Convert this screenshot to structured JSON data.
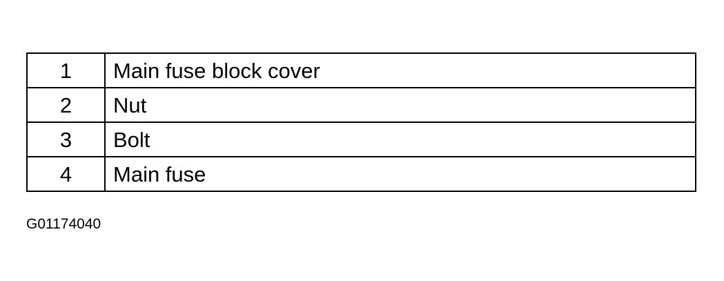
{
  "legend": {
    "rows": [
      {
        "number": "1",
        "description": "Main fuse block cover"
      },
      {
        "number": "2",
        "description": "Nut"
      },
      {
        "number": "3",
        "description": "Bolt"
      },
      {
        "number": "4",
        "description": "Main fuse"
      }
    ]
  },
  "figure_id": "G01174040"
}
